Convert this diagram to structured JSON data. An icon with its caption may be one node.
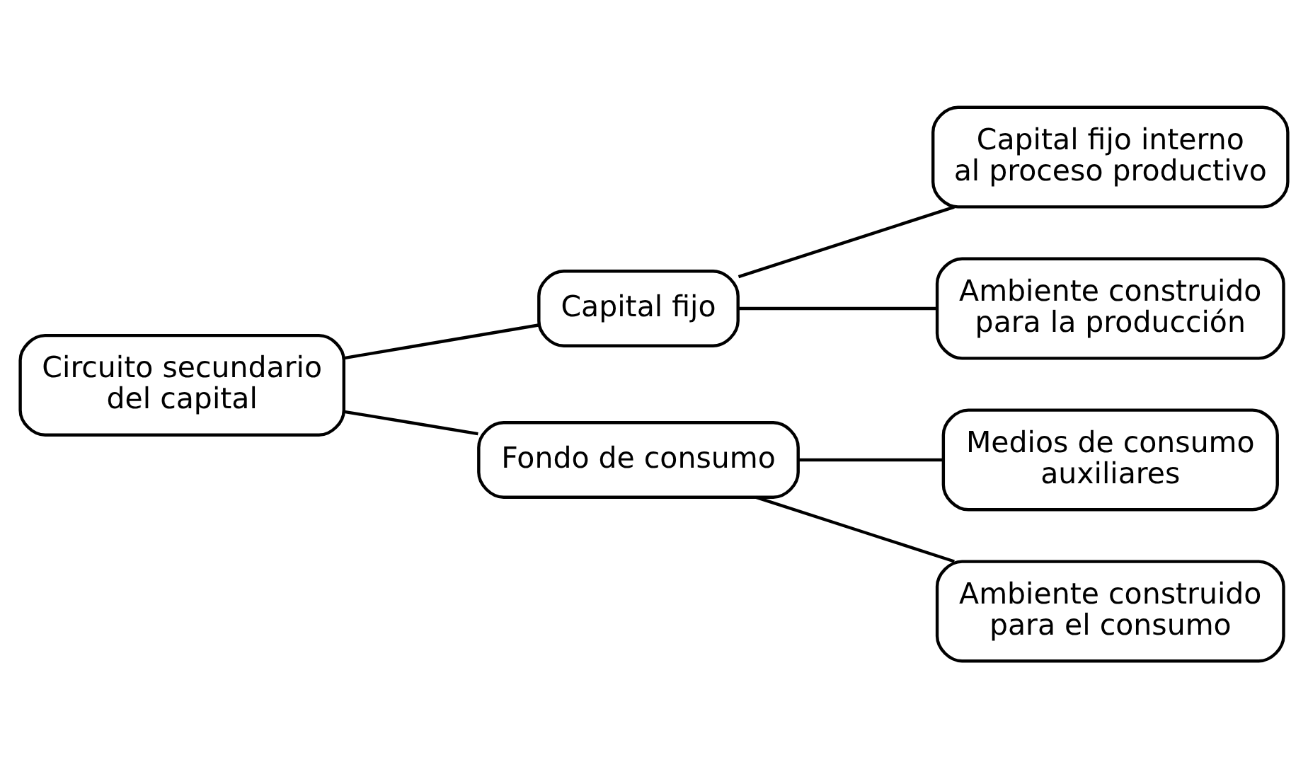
{
  "diagram": {
    "nodes": [
      {
        "text": [
          "Circuito secundario del capital"
        ]
      },
      {
        "text": [
          "Capital fijo"
        ]
      },
      {
        "text": [
          "Fondo de consumo"
        ]
      },
      {
        "text": [
          "Capital fijo interno al proceso productivo"
        ]
      },
      {
        "text": [
          "Ambiente construido para la producción"
        ]
      },
      {
        "text": [
          "Medios de consumo auxiliares"
        ]
      },
      {
        "text": [
          "Ambiente construido para el consumo"
        ]
      }
    ],
    "edges": [
      {
        "from": 0,
        "to": 1,
        "arrow": "none"
      },
      {
        "from": 0,
        "to": 2,
        "arrow": "none"
      },
      {
        "from": 1,
        "to": 3,
        "arrow": "none"
      },
      {
        "from": 1,
        "to": 4,
        "arrow": "none"
      },
      {
        "from": 2,
        "to": 5,
        "arrow": "none"
      },
      {
        "from": 2,
        "to": 6,
        "arrow": "none"
      }
    ]
  }
}
